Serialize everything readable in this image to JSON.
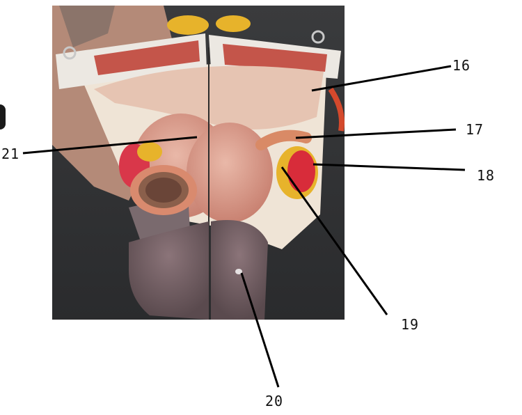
{
  "labels": {
    "l16": "16",
    "l17": "17",
    "l18": "18",
    "l19": "19",
    "l20": "20",
    "l21": "21"
  },
  "colors": {
    "background": "#ffffff",
    "line": "#000000",
    "muscle": "#c96a5c",
    "fat": "#e7b32b",
    "tissue": "#6e5a5e"
  }
}
